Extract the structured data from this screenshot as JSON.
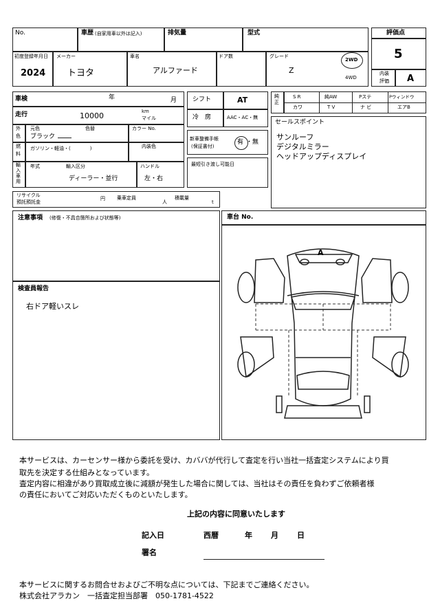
{
  "header": {
    "no_label": "No.",
    "history_label": "車歴",
    "history_note": "(自家用車以外は記入)",
    "displacement_label": "排気量",
    "model_label": "型式",
    "score_label": "評価点",
    "score_value": "5",
    "interior_label_1": "内装",
    "interior_label_2": "評価",
    "interior_value": "A",
    "first_reg_label": "初度登録年月日",
    "first_reg_value": "2024",
    "maker_label": "メーカー",
    "maker_value": "トヨタ",
    "car_name_label": "車名",
    "car_name_value": "アルファード",
    "doors_label": "ドア数",
    "grade_label": "グレード",
    "grade_value": "Z",
    "drive_2wd": "2WD",
    "drive_4wd": "4WD"
  },
  "mid": {
    "shaken_label": "車検",
    "year_label": "年",
    "month_label": "月",
    "mileage_label": "走行",
    "mileage_value": "10000",
    "km_label": "km",
    "mile_label": "マイル",
    "color_label_1": "外",
    "color_label_2": "色",
    "original_color_label": "元色",
    "original_color_value": "ブラック",
    "repaint_label": "色替",
    "color_no_label": "カラー No.",
    "fuel_label_1": "燃",
    "fuel_label_2": "料",
    "fuel_value": "ガソリン・軽油・(　　　　)",
    "interior_color_label": "内装色",
    "import_label_1": "輸",
    "import_label_2": "入",
    "import_label_3": "車",
    "import_label_4": "用",
    "import_year_label": "年式",
    "import_type_label": "輸入区分",
    "import_type_value": "ディーラー・並行",
    "handle_label": "ハンドル",
    "handle_value": "左・右",
    "recycle_label_1": "リサイクル",
    "recycle_label_2": "預託預託金",
    "yen_label": "円",
    "capacity_label": "乗車定員",
    "person_label": "人",
    "load_label": "積載量",
    "ton_label": "t",
    "shift_label": "シフト",
    "shift_value": "AT",
    "ac_label": "冷　房",
    "ac_value": "AAC・AC・無",
    "manual_label_1": "新車整備手帳",
    "manual_label_2": "(保証書付)",
    "manual_yes": "有",
    "manual_no": "・無",
    "handover_label": "最短引き渡し可能日"
  },
  "equipment": {
    "side_label": "純正",
    "row1": [
      "S R",
      "純AW",
      "Pステ",
      "Pウィンドウ"
    ],
    "row2": [
      "カワ",
      "T V",
      "ナ ビ",
      "エアB"
    ]
  },
  "sales_points": {
    "label": "セールスポイント",
    "items": [
      "サンルーフ",
      "デジタルミラー",
      "ヘッドアップディスプレイ"
    ]
  },
  "notes": {
    "label": "注意事項",
    "label_note": "(修復・不具合箇所および状態等)",
    "inspector_label": "検査員報告",
    "inspector_text": "右ドア軽いスレ"
  },
  "diagram": {
    "chassis_label": "車台 No.",
    "mark": "A"
  },
  "footer": {
    "para1_line1": "本サービスは、カーセンサー様から委託を受け、カババが代行して査定を行い当社一括査定システムにより買",
    "para1_line2": "取先を決定する仕組みとなっています。",
    "para2_line1": "査定内容に相違があり買取成立後に減額が発生した場合に関しては、当社はその責任を負わずご依頼者様",
    "para2_line2": "の責任においてご対応いただくものといたします。",
    "agree": "上記の内容に同意いたします",
    "entry_date_label": "記入日",
    "era_label": "西暦",
    "year_label": "年",
    "month_label": "月",
    "day_label": "日",
    "signature_label": "署名",
    "contact_line1": "本サービスに関するお問合せおよびご不明な点については、下記までご連絡ください。",
    "contact_line2": "株式会社アラカン　一括査定担当部署　050-1781-4522"
  }
}
